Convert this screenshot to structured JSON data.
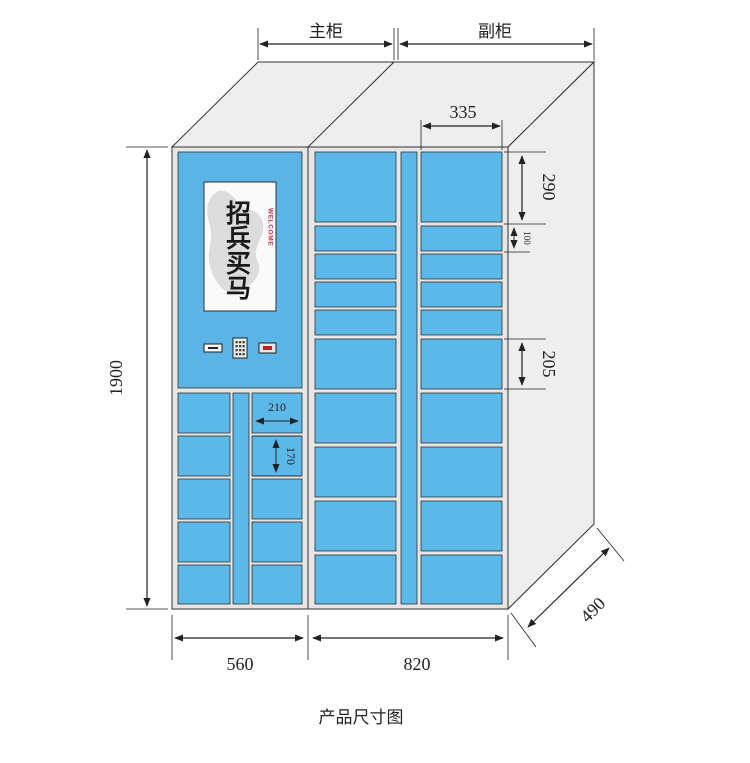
{
  "labels": {
    "main_cabinet": "主柜",
    "sub_cabinet": "副柜",
    "caption": "产品尺寸图"
  },
  "dimensions": {
    "total_height": "1900",
    "main_width": "560",
    "sub_width": "820",
    "depth": "490",
    "sub_column_width": "335",
    "large_door_height": "290",
    "small_door_height": "100",
    "medium_door_height": "205",
    "main_locker_width": "210",
    "main_locker_height": "170"
  },
  "screen": {
    "calligraphy": "招兵买马",
    "welcome": "WELCOME"
  },
  "colors": {
    "door_fill": "#5bb8e8",
    "panel_fill": "#5ab4e6",
    "frame": "#e8e8e8",
    "outline": "#333333",
    "cabinet_body": "#eeeeee"
  }
}
